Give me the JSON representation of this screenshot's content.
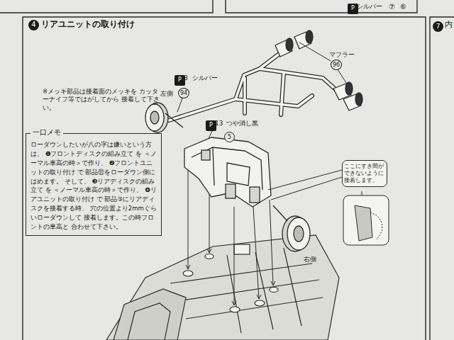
{
  "diagram": {
    "title": "リアユニットの取り付け",
    "nodes": [
      {
        "text": [
          "一口メモ",
          "ローダウンしたいが八の字は嫌いという方は、 ❶フロントディスクの組み立て を ＜ノーマル車高の時＞で作り、 ❷フロントユニットの取り付け で 部品⑪をローダウン側にはめます。 そして、 ❸リアディスクの組み立て を ＜ノーマル車高の時＞で作り、 ❹リアユニットの取り付け で 部品⑤にリアディスクを接着する時、 穴の位置より2mmぐらいローダウンして 接着します。この時フロントの車高と 合わせて下さい。"
        ]
      },
      {
        "text": [
          "ここにすき間が できないように 接着します。"
        ]
      }
    ],
    "labels": [
      "P",
      "シルバー",
      "⑦",
      "⑥",
      "7",
      "内",
      "4",
      "※メッキ部品は接着面のメッキを カッターナイフ等ではがしてから 接着して下さい。",
      "左側",
      "P",
      "8",
      "シルバー",
      "94",
      "マフラー",
      "96",
      "P",
      "13",
      "つや消し黒",
      "5",
      "右側"
    ]
  }
}
